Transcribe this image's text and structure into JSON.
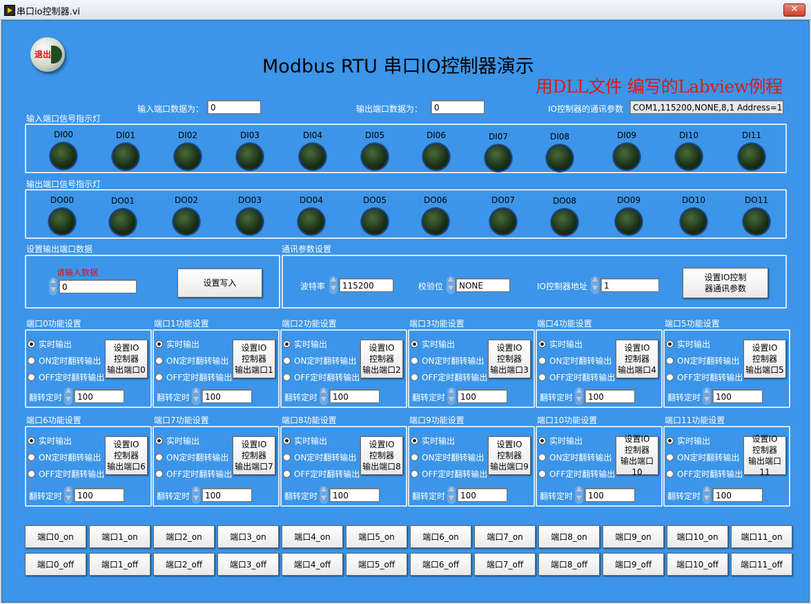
{
  "window": {
    "title": "串口io控制器.vi",
    "close": "✕"
  },
  "exit_button": {
    "label": "退出"
  },
  "header": {
    "title": "Modbus RTU 串口IO控制器演示",
    "subtitle": "用DLL文件 编写的Labview例程"
  },
  "status": {
    "input_label": "输入端口数据为：",
    "input_value": "0",
    "output_label": "输出端口数据为：",
    "output_value": "0",
    "comm_label": "IO控制器的通讯参数",
    "comm_value": "COM1,115200,NONE,8,1  Address=1"
  },
  "input_leds": {
    "title": "输入端口信号指示灯",
    "items": [
      "DI00",
      "DI01",
      "DI02",
      "DI03",
      "DI04",
      "DI05",
      "DI06",
      "DI07",
      "DI08",
      "DI09",
      "DI10",
      "DI11"
    ]
  },
  "output_leds": {
    "title": "输出端口信号指示灯",
    "items": [
      "DO00",
      "DO01",
      "DO02",
      "DO03",
      "DO04",
      "DO05",
      "DO06",
      "DO07",
      "DO08",
      "DO09",
      "DO10",
      "DO11"
    ]
  },
  "set_output": {
    "title": "设置输出端口数据",
    "prompt": "请输入数据",
    "value": "0",
    "button": "设置写入"
  },
  "comm_settings": {
    "title": "通讯参数设置",
    "baud_label": "波特率",
    "baud_value": "115200",
    "parity_label": "校验位",
    "parity_value": "NONE",
    "address_label": "IO控制器地址",
    "address_value": "1",
    "button_line1": "设置IO控制",
    "button_line2": "器通讯参数"
  },
  "ports": [
    {
      "title": "端口0功能设置",
      "btn_l1": "设置IO",
      "btn_l2": "控制器",
      "btn_l3": "输出端口0",
      "timer": "100"
    },
    {
      "title": "端口1功能设置",
      "btn_l1": "设置IO",
      "btn_l2": "控制器",
      "btn_l3": "输出端口1",
      "timer": "100"
    },
    {
      "title": "端口2功能设置",
      "btn_l1": "设置IO",
      "btn_l2": "控制器",
      "btn_l3": "输出端口2",
      "timer": "100"
    },
    {
      "title": "端口3功能设置",
      "btn_l1": "设置IO",
      "btn_l2": "控制器",
      "btn_l3": "输出端口3",
      "timer": "100"
    },
    {
      "title": "端口4功能设置",
      "btn_l1": "设置IO",
      "btn_l2": "控制器",
      "btn_l3": "输出端口4",
      "timer": "100"
    },
    {
      "title": "端口5功能设置",
      "btn_l1": "设置IO",
      "btn_l2": "控制器",
      "btn_l3": "输出端口5",
      "timer": "100"
    },
    {
      "title": "端口6功能设置",
      "btn_l1": "设置IO",
      "btn_l2": "控制器",
      "btn_l3": "输出端口6",
      "timer": "100"
    },
    {
      "title": "端口7功能设置",
      "btn_l1": "设置IO",
      "btn_l2": "控制器",
      "btn_l3": "输出端口7",
      "timer": "100"
    },
    {
      "title": "端口8功能设置",
      "btn_l1": "设置IO",
      "btn_l2": "控制器",
      "btn_l3": "输出端口8",
      "timer": "100"
    },
    {
      "title": "端口9功能设置",
      "btn_l1": "设置IO",
      "btn_l2": "控制器",
      "btn_l3": "输出端口9",
      "timer": "100"
    },
    {
      "title": "端口10功能设置",
      "btn_l1": "设置IO",
      "btn_l2": "控制器",
      "btn_l3": "输出端口10",
      "timer": "100"
    },
    {
      "title": "端口11功能设置",
      "btn_l1": "设置IO",
      "btn_l2": "控制器",
      "btn_l3": "输出端口11",
      "timer": "100"
    }
  ],
  "port_options": {
    "realtime": "实时输出",
    "on_timer": "ON定时翻转输出",
    "off_timer": "OFF定时翻转输出",
    "timer_label": "翻转定时"
  },
  "on_buttons": [
    "端口0_on",
    "端口1_on",
    "端口2_on",
    "端口3_on",
    "端口4_on",
    "端口5_on",
    "端口6_on",
    "端口7_on",
    "端口8_on",
    "端口9_on",
    "端口10_on",
    "端口11_on"
  ],
  "off_buttons": [
    "端口0_off",
    "端口1_off",
    "端口2_off",
    "端口3_off",
    "端口4_off",
    "端口5_off",
    "端口6_off",
    "端口7_off",
    "端口8_off",
    "端口9_off",
    "端口10_off",
    "端口11_off"
  ]
}
